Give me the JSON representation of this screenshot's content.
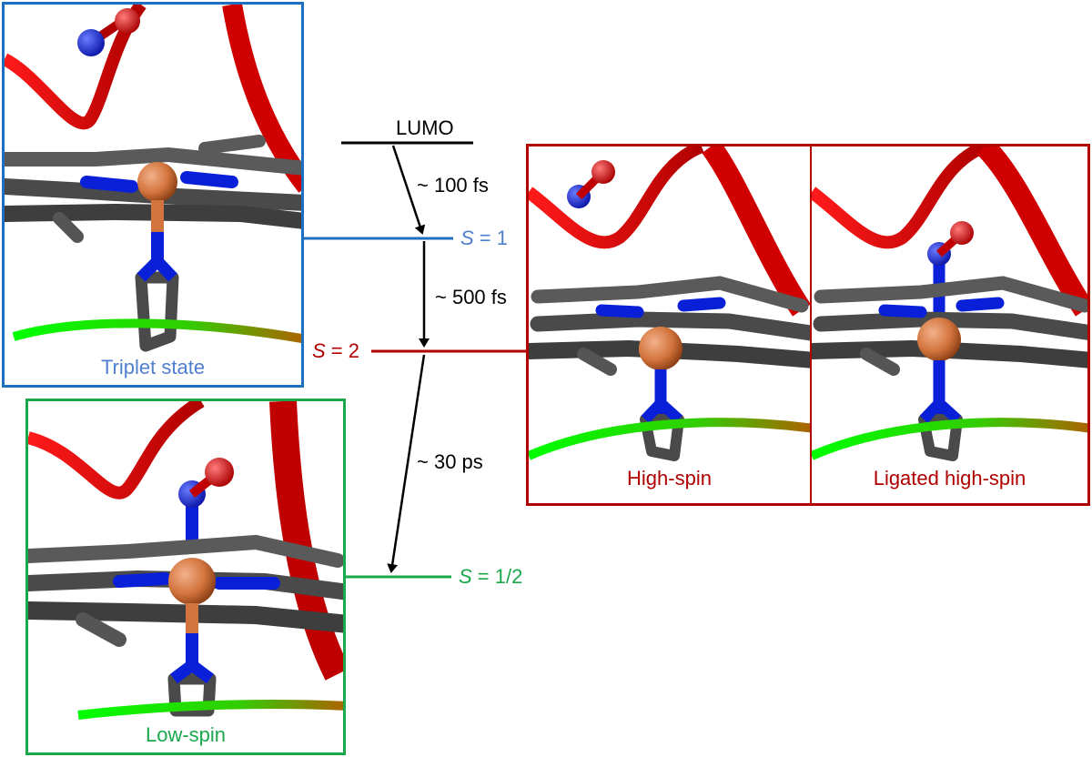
{
  "colors": {
    "triplet": "#1f6fc0",
    "high_spin": "#b00000",
    "low_spin": "#1aa84a",
    "arrow": "#000000",
    "protein_ribbon": "#e10000",
    "loop_green": "#00dd00",
    "carbon": "#555555",
    "nitrogen": "#0a20d8",
    "oxygen": "#e00000",
    "iron": "#d2743d"
  },
  "levels": {
    "lumo": "LUMO",
    "triplet": {
      "symbol": "S",
      "rest": " = 1"
    },
    "quintet": {
      "symbol": "S",
      "rest": " = 2"
    },
    "doublet": {
      "symbol": "S",
      "rest": " = 1/2"
    }
  },
  "transitions": [
    {
      "label": "~ 100 fs"
    },
    {
      "label": "~ 500 fs"
    },
    {
      "label": "~ 30 ps"
    }
  ],
  "panels": {
    "triplet": {
      "caption": "Triplet state",
      "icon": "heme-structure-with-no"
    },
    "low_spin": {
      "caption": "Low-spin",
      "icon": "heme-structure-ligated-no"
    },
    "high_spin": {
      "caption": "High-spin",
      "icon": "heme-structure-free-no"
    },
    "ligated_high_spin": {
      "caption": "Ligated high-spin",
      "icon": "heme-structure-ligated-no"
    }
  }
}
